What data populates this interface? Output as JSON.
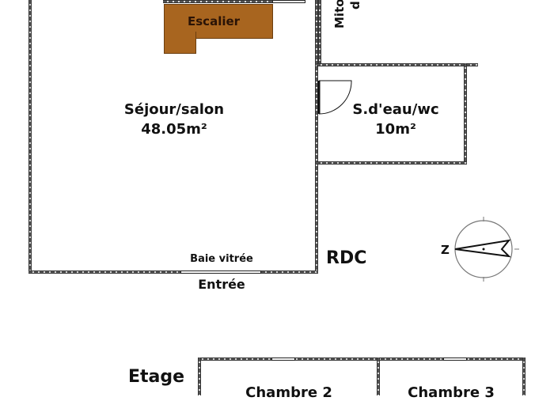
{
  "rdc": {
    "floor_label": "RDC",
    "sejour": {
      "name": "Séjour/salon",
      "area": "48.05m²"
    },
    "sdeau": {
      "name": "S.d'eau/wc",
      "area": "10m²"
    },
    "stairs": {
      "label": "Escalier",
      "color": "#a8651f"
    },
    "window_label": "Baie vitrée",
    "entrance_label": "Entrée",
    "adjacent_label_partial": "Mito",
    "adjacent_label_partial_2": "d"
  },
  "compass": {
    "north_letter": "Z"
  },
  "etage": {
    "floor_label": "Etage",
    "rooms": [
      {
        "name": "Chambre 2"
      },
      {
        "name": "Chambre 3"
      }
    ]
  }
}
